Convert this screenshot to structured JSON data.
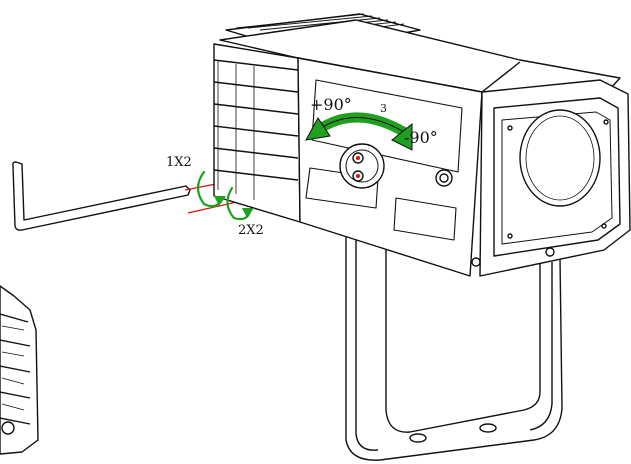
{
  "labels": {
    "plus_angle": "+90°",
    "minus_angle": "-90°",
    "step": "3",
    "screw_upper": "1X2",
    "screw_lower": "2X2"
  },
  "colors": {
    "line": "#111111",
    "arrow_green": "#1fa01f",
    "guide_red": "#e01010",
    "background": "#ffffff"
  },
  "icons": [
    "allen-key-icon",
    "rotation-arrow-icon",
    "tilt-screw-icon"
  ]
}
